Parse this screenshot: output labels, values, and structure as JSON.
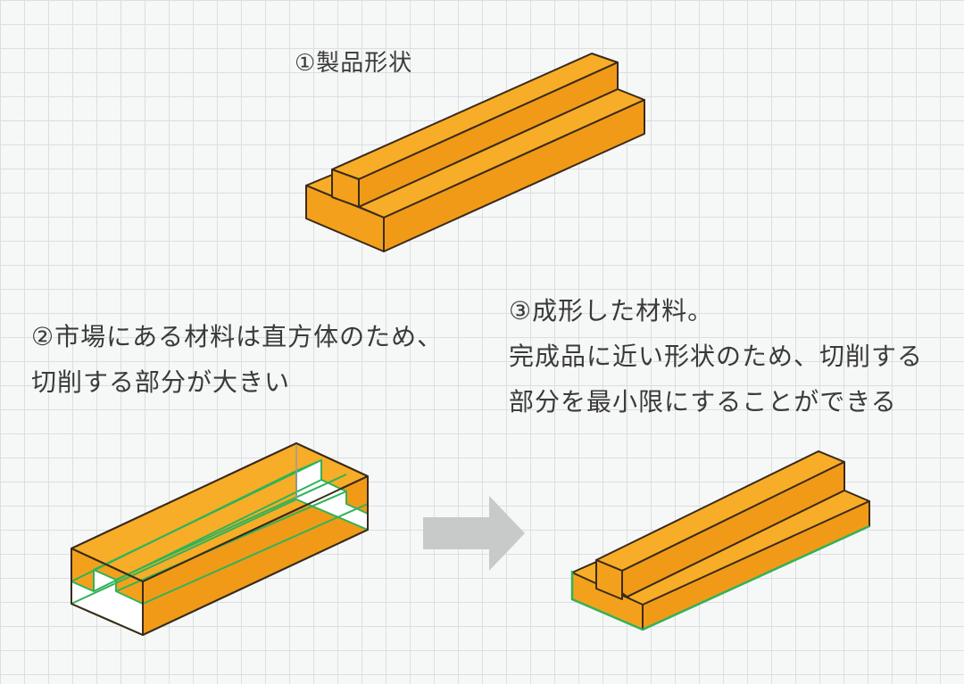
{
  "product": {
    "title": "①製品形状"
  },
  "market_material": {
    "line1": "②市場にある材料は直方体のため、",
    "line2": "切削する部分が大きい"
  },
  "formed_material": {
    "line1": "③成形した材料。",
    "line2": "完成品に近い形状のため、切削する",
    "line3": "部分を最小限にすることができる"
  },
  "colors": {
    "top_face": "#f7ad27",
    "front_face": "#f3a11c",
    "side_face": "#f19a18",
    "outline": "#3a2a1a",
    "cut_highlight": "#2fb35a",
    "cut_area": "#ffffff",
    "arrow": "#c8caca",
    "grid": "#dcdedf",
    "background": "#f6f7f7"
  },
  "icons": [
    "arrow-right-icon"
  ]
}
